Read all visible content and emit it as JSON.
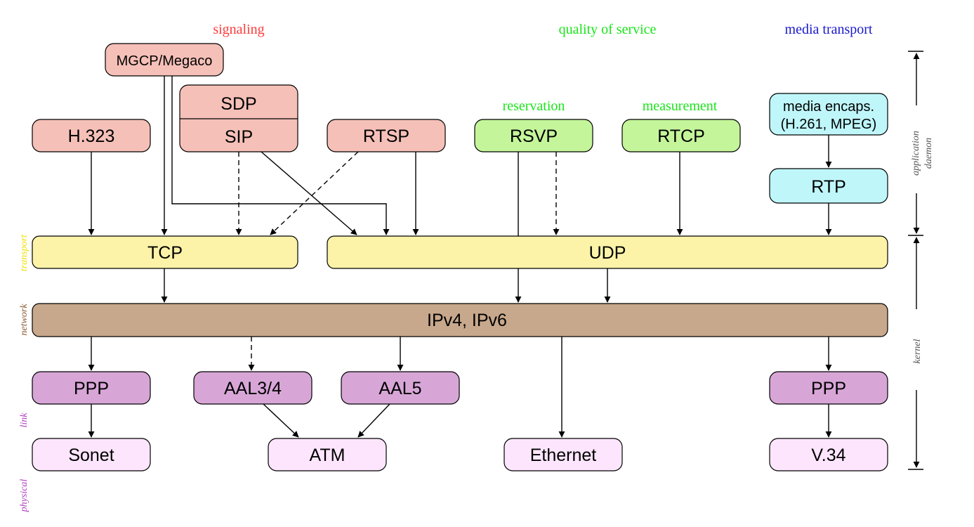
{
  "headers": {
    "signaling": "signaling",
    "qos": "quality of service",
    "media": "media transport",
    "reservation": "reservation",
    "measurement": "measurement"
  },
  "layers": {
    "transport": "transport",
    "network": "network",
    "link": "link",
    "physical": "physical",
    "application_1": "application",
    "application_2": "daemon",
    "kernel": "kernel"
  },
  "boxes": {
    "mgcp": "MGCP/Megaco",
    "sdp": "SDP",
    "sip": "SIP",
    "h323": "H.323",
    "rtsp": "RTSP",
    "rsvp": "RSVP",
    "rtcp": "RTCP",
    "media_encaps_1": "media encaps.",
    "media_encaps_2": "(H.261, MPEG)",
    "rtp": "RTP",
    "tcp": "TCP",
    "udp": "UDP",
    "ip": "IPv4, IPv6",
    "ppp_left": "PPP",
    "aal34": "AAL3/4",
    "aal5": "AAL5",
    "ppp_right": "PPP",
    "sonet": "Sonet",
    "atm": "ATM",
    "ethernet": "Ethernet",
    "v34": "V.34"
  },
  "colors": {
    "signaling": "#f5c0b8",
    "qos": "#c4f59a",
    "media": "#bff6fa",
    "transport": "#fcf3a8",
    "network": "#c8a88c",
    "link": "#d7a6d7",
    "physical": "#fde6fd",
    "signaling_text": "#ff3b3b",
    "qos_text": "#19e519",
    "media_text": "#1a1acc",
    "transport_text": "#f0e000",
    "network_text": "#8a5a30",
    "link_text": "#b040c0",
    "physical_text": "#b040c0"
  }
}
